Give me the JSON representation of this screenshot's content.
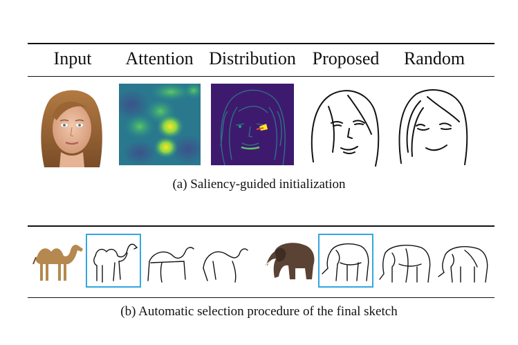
{
  "figure_a": {
    "headers": [
      "Input",
      "Attention",
      "Distribution",
      "Proposed",
      "Random"
    ],
    "caption": "(a) Saliency-guided initialization"
  },
  "figure_b": {
    "caption": "(b) Automatic selection procedure of the final sketch"
  },
  "colors": {
    "selection_border": "#32a6e0",
    "rule": "#111111"
  }
}
